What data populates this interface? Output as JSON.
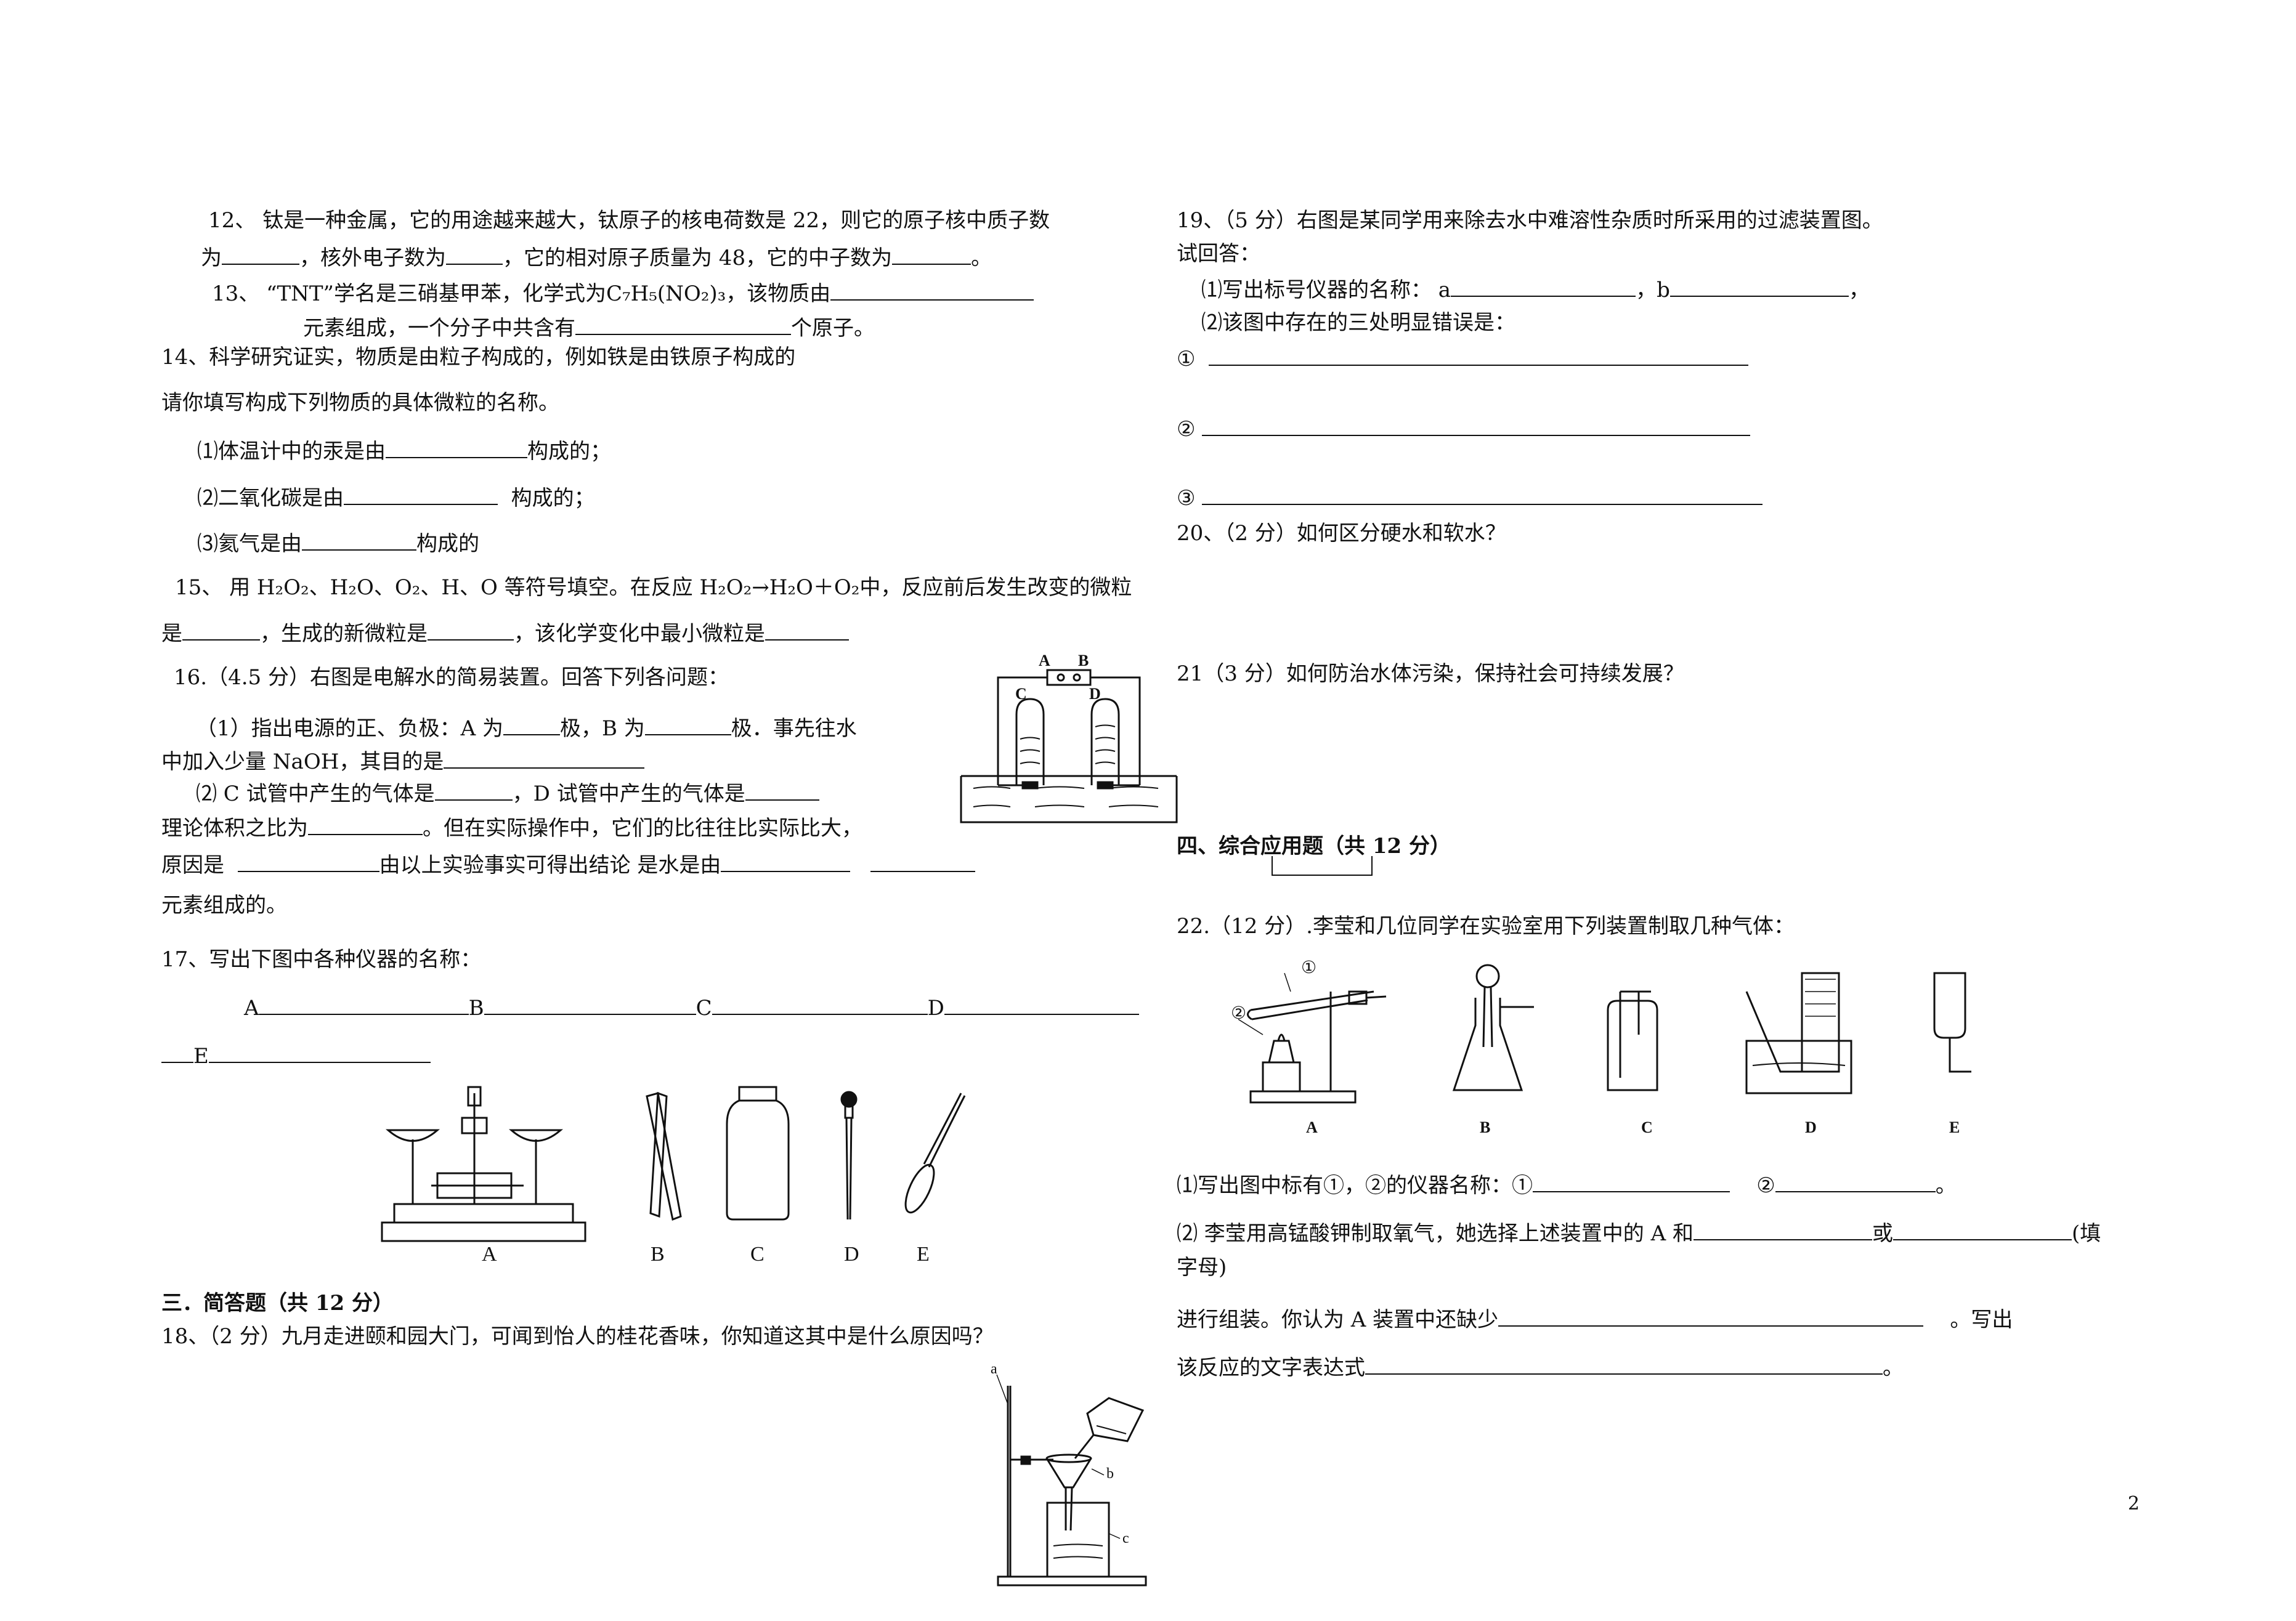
{
  "left": {
    "q12_a": "12、 钛是一种金属，它的用途越来越大，钛原子的核电荷数是 22，则它的原子核中质子数",
    "q12_b1": "为",
    "q12_b2": "，核外电子数为",
    "q12_b3": "，它的相对原子质量为 48，它的中子数为",
    "q12_b4": "。",
    "q13_a1": "13、 “TNT”学名是三硝基甲苯，化学式为",
    "q13_formula": "C₇H₅(NO₂)₃",
    "q13_a2": "，该物质由",
    "q13_b1": "元素组成，一个分子中共含有",
    "q13_b2": "个原子。",
    "q14_a": "14、科学研究证实，物质是由粒子构成的，例如铁是由铁原子构成的",
    "q14_b": "请你填写构成下列物质的具体微粒的名称。",
    "q14_1a": "⑴体温计中的汞是由",
    "q14_1b": "构成的；",
    "q14_2a": "⑵二氧化碳是由",
    "q14_2b": "构成的；",
    "q14_3a": "⑶氦气是由",
    "q14_3b": "构成的",
    "q15_a": "15、 用 H₂O₂、H₂O、O₂、H、O 等符号填空。在反应 H₂O₂→H₂O＋O₂中，反应前后发生改变的微粒",
    "q15_b1": "是",
    "q15_b2": "，生成的新微粒是",
    "q15_b3": "，该化学变化中最小微粒是",
    "q16_a": "16.（4.5 分）右图是电解水的简易装置。回答下列各问题：",
    "q16_1a": "（1）指出电源的正、负极：A 为",
    "q16_1b": "极，B 为",
    "q16_1c": "极．事先往水",
    "q16_1d": "中加入少量 NaOH，其目的是",
    "q16_2a": "⑵ C 试管中产生的气体是",
    "q16_2b": "，D 试管中产生的气体是",
    "q16_2c": "理论体积之比为",
    "q16_2d": "。但在实际操作中，它们的比往往比实际比大，",
    "q16_2e": "原因是",
    "q16_2f": "由以上实验事实可得出结论 是水是由",
    "q16_2g": "元素组成的。",
    "q17": "17、写出下图中各种仪器的名称：",
    "q17_A": "A",
    "q17_B": "B",
    "q17_C": "C",
    "q17_D": "D",
    "q17_E": "E",
    "sec3": "三．简答题（共 12 分）",
    "q18": "18、（2 分）九月走进颐和园大门，可闻到怡人的桂花香味，你知道这其中是什么原因吗？",
    "fig16_A": "A",
    "fig16_B": "B",
    "fig16_C": "C",
    "fig16_D": "D",
    "fig19_a": "a",
    "fig19_b": "b",
    "fig19_c": "c"
  },
  "right": {
    "q19_a": "19、（5 分）右图是某同学用来除去水中难溶性杂质时所采用的过滤装置图。",
    "q19_b": "试回答：",
    "q19_1a": "⑴写出标号仪器的名称： a",
    "q19_1b": "，b",
    "q19_1c": "，",
    "q19_2": "⑵该图中存在的三处明显错误是：",
    "q19_m1": "①",
    "q19_m2": "②",
    "q19_m3": "③",
    "q20": "20、（2 分）如何区分硬水和软水？",
    "q21": "21（3 分）如何防治水体污染，保持社会可持续发展？",
    "sec4": "四、综合应用题（共 12 分）",
    "q22": "22.（12 分）.李莹和几位同学在实验室用下列装置制取几种气体：",
    "fig22_labels": [
      "A",
      "B",
      "C",
      "D",
      "E"
    ],
    "fig22_m1": "①",
    "fig22_m2": "②",
    "q22_1a": "⑴写出图中标有①，②的仪器名称：①",
    "q22_1b": "②",
    "q22_1c": "。",
    "q22_2a": "⑵ 李莹用高锰酸钾制取氧气，她选择上述装置中的 A 和",
    "q22_2b": "或",
    "q22_2c": "(填",
    "q22_2d": "字母)",
    "q22_3a": "进行组装。你认为 A 装置中还缺少",
    "q22_3b": "。写出",
    "q22_4a": "该反应的文字表达式",
    "q22_4b": "。"
  },
  "page_number": "2"
}
